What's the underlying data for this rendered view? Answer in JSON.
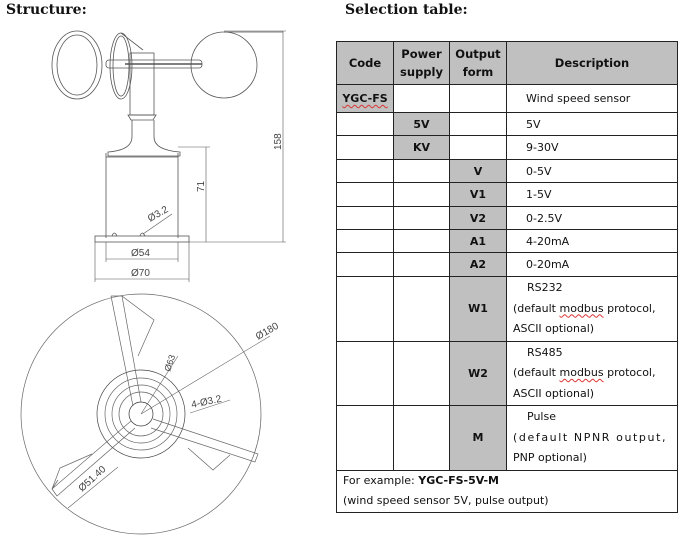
{
  "headings": {
    "structure": "Structure:",
    "selection": "Selection table:"
  },
  "drawing": {
    "side_view": {
      "dimensions": {
        "total_height": "158",
        "body_height": "71",
        "hole_diameter": "Ø3.2",
        "inner_diameter": "Ø54",
        "outer_diameter": "Ø70"
      }
    },
    "top_view": {
      "dimensions": {
        "sweep_diameter": "Ø180",
        "mount_diameter": "Ø63",
        "holes": "4-Ø3.2",
        "cup_diameter": "Ø51.40"
      }
    }
  },
  "table": {
    "headers": {
      "code": "Code",
      "power_1": "Power",
      "power_2": "supply",
      "output_1": "Output",
      "output_2": "form",
      "description": "Description"
    },
    "rows": [
      {
        "code": "YGC-FS",
        "power": "",
        "output": "",
        "description": "Wind speed sensor"
      },
      {
        "code": "",
        "power": "5V",
        "output": "",
        "description": "5V"
      },
      {
        "code": "",
        "power": "KV",
        "output": "",
        "description": "9-30V"
      },
      {
        "code": "",
        "power": "",
        "output": "V",
        "description": "0-5V"
      },
      {
        "code": "",
        "power": "",
        "output": "V1",
        "description": "1-5V"
      },
      {
        "code": "",
        "power": "",
        "output": "V2",
        "description": "0-2.5V"
      },
      {
        "code": "",
        "power": "",
        "output": "A1",
        "description": "4-20mA"
      },
      {
        "code": "",
        "power": "",
        "output": "A2",
        "description": "0-20mA"
      },
      {
        "code": "",
        "power": "",
        "output": "W1",
        "description_lines": [
          "RS232",
          "(default ",
          "modbus",
          " protocol,",
          "ASCII optional)"
        ]
      },
      {
        "code": "",
        "power": "",
        "output": "W2",
        "description_lines": [
          "RS485",
          "(default ",
          "modbus",
          " protocol,",
          "ASCII optional)"
        ]
      },
      {
        "code": "",
        "power": "",
        "output": "M",
        "description_lines": [
          "Pulse",
          "(default NPNR output,",
          "PNP optional)"
        ]
      }
    ],
    "example": {
      "prefix": "For example: ",
      "code": "YGC-FS-5V-M",
      "note": "(wind speed sensor 5V, pulse output)"
    }
  }
}
